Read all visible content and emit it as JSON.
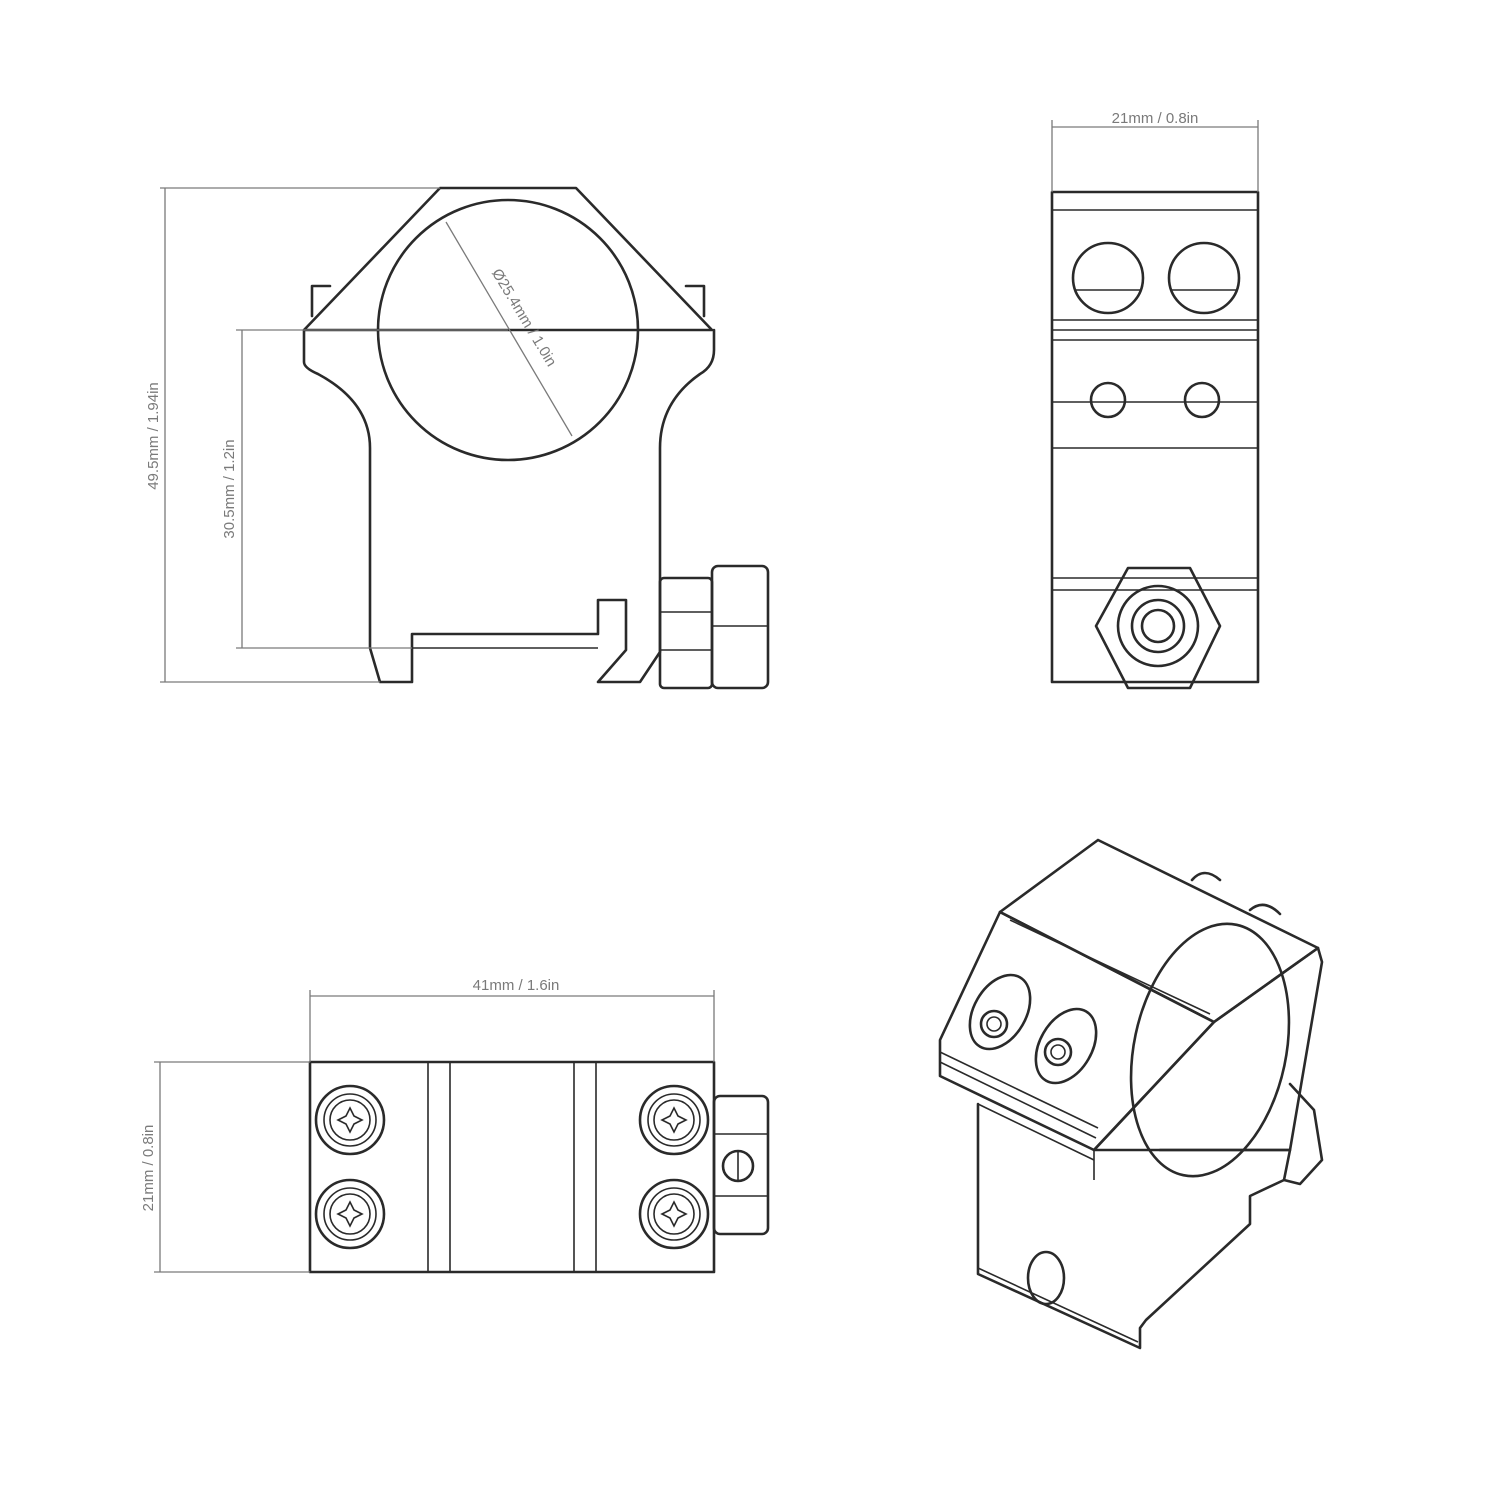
{
  "dimensions": {
    "top_width": "21mm / 0.8in",
    "overall_height": "49.5mm / 1.94in",
    "center_height": "30.5mm / 1.2in",
    "tube_diameter": "Ø25.4mm / 1.0in",
    "bottom_length": "41mm / 1.6in",
    "bottom_width": "21mm / 0.8in"
  },
  "colors": {
    "line": "#2a2a2a",
    "dimension": "#7a7a7a",
    "background": "#ffffff"
  }
}
